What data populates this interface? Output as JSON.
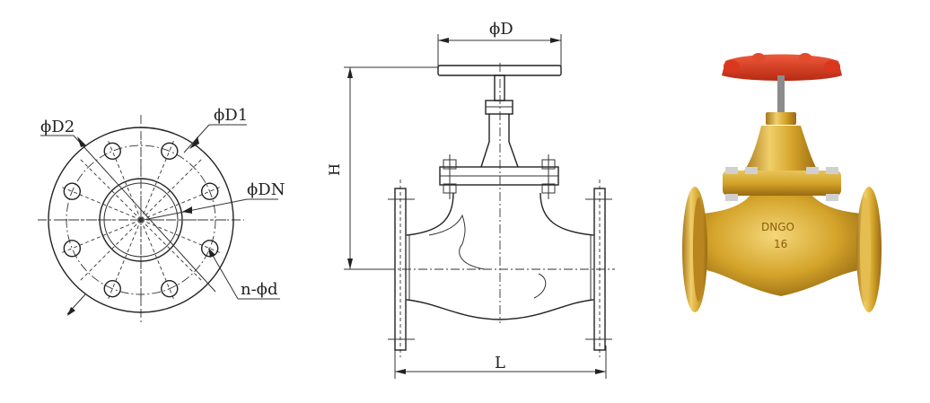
{
  "flange_view": {
    "labels": {
      "d2": "ϕD2",
      "d1": "ϕD1",
      "dn": "ϕDN",
      "holes": "n-ϕd"
    }
  },
  "valve_section": {
    "labels": {
      "d": "ϕD",
      "h": "H",
      "l": "L"
    }
  },
  "product_photo": {
    "body_mark_top": "DNGO",
    "body_mark_bottom": "16",
    "colors": {
      "handwheel": "#d9381e",
      "brass": "#d4a42a",
      "brass_dark": "#a8771a",
      "brass_light": "#f0cf6a"
    }
  }
}
